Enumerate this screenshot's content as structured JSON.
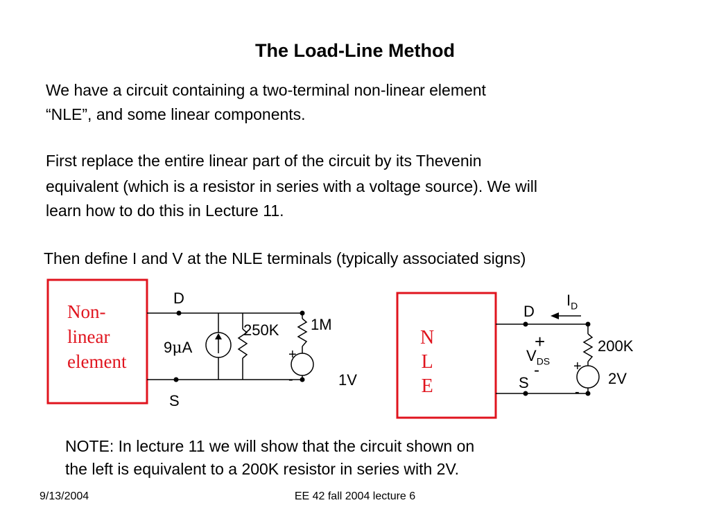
{
  "slide": {
    "title": "The Load-Line Method",
    "para1": [
      "We have a circuit containing a two-terminal non-linear element",
      "“NLE”, and some linear components."
    ],
    "para2": [
      "First replace the entire linear part of the circuit by its Thevenin",
      "equivalent  (which is a resistor in series with a voltage source). We will",
      "learn how to do this in Lecture 11."
    ],
    "para3": "Then define I and V at the NLE terminals (typically associated signs)",
    "note": [
      "NOTE: In lecture 11 we will show that the circuit shown on",
      "the left is equivalent to a 200K resistor in series with 2V."
    ]
  },
  "left_circuit": {
    "box_lines": [
      "Non-",
      "linear",
      "element"
    ],
    "terminal_top": "D",
    "terminal_bottom": "S",
    "current_source_value": "9",
    "current_source_greek": "μ",
    "current_source_unit": "A",
    "resistor1": "250K",
    "resistor2": "1M",
    "voltage_source": "1V",
    "plus": "+",
    "minus": "-"
  },
  "right_circuit": {
    "box_lines": [
      "N",
      "L",
      "E"
    ],
    "terminal_top": "D",
    "terminal_bottom": "S",
    "current_label": "I",
    "current_sub": "D",
    "voltage_label": "V",
    "voltage_sub": "DS",
    "resistor": "200K",
    "voltage_source": "2V",
    "plus": "+",
    "minus": "-"
  },
  "footer": {
    "date": "9/13/2004",
    "course": "EE 42 fall 2004 lecture 6"
  },
  "colors": {
    "box_border": "#e0141e",
    "box_text": "#e0141e"
  }
}
